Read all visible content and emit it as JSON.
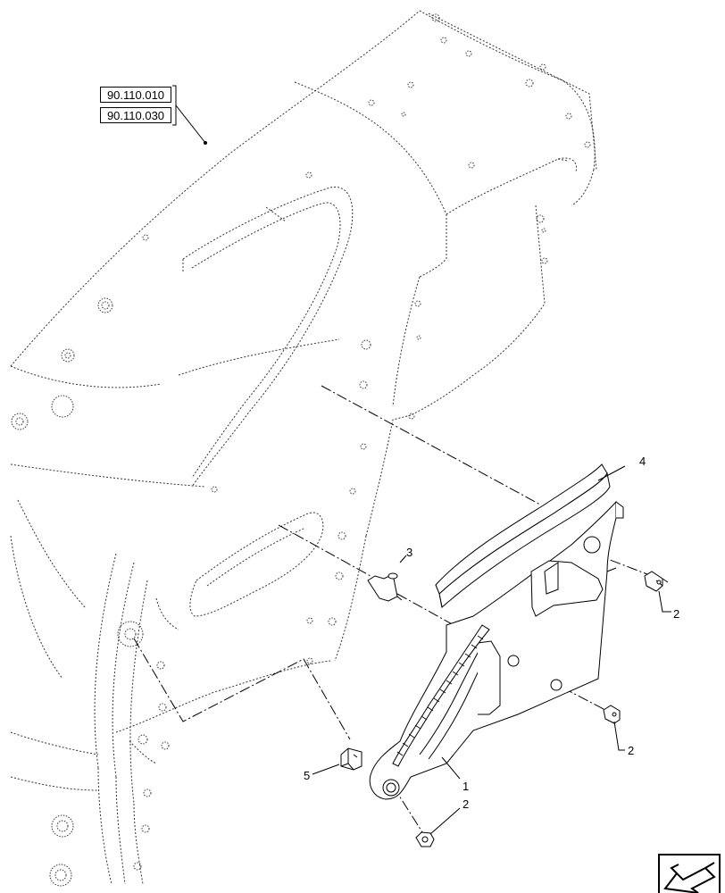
{
  "references": [
    "90.110.010",
    "90.110.030"
  ],
  "callouts": {
    "part_1": "1",
    "part_2a": "2",
    "part_2b": "2",
    "part_2c": "2",
    "part_3": "3",
    "part_4": "4",
    "part_5": "5"
  },
  "icons": {
    "navigation": "arrow-icon"
  }
}
